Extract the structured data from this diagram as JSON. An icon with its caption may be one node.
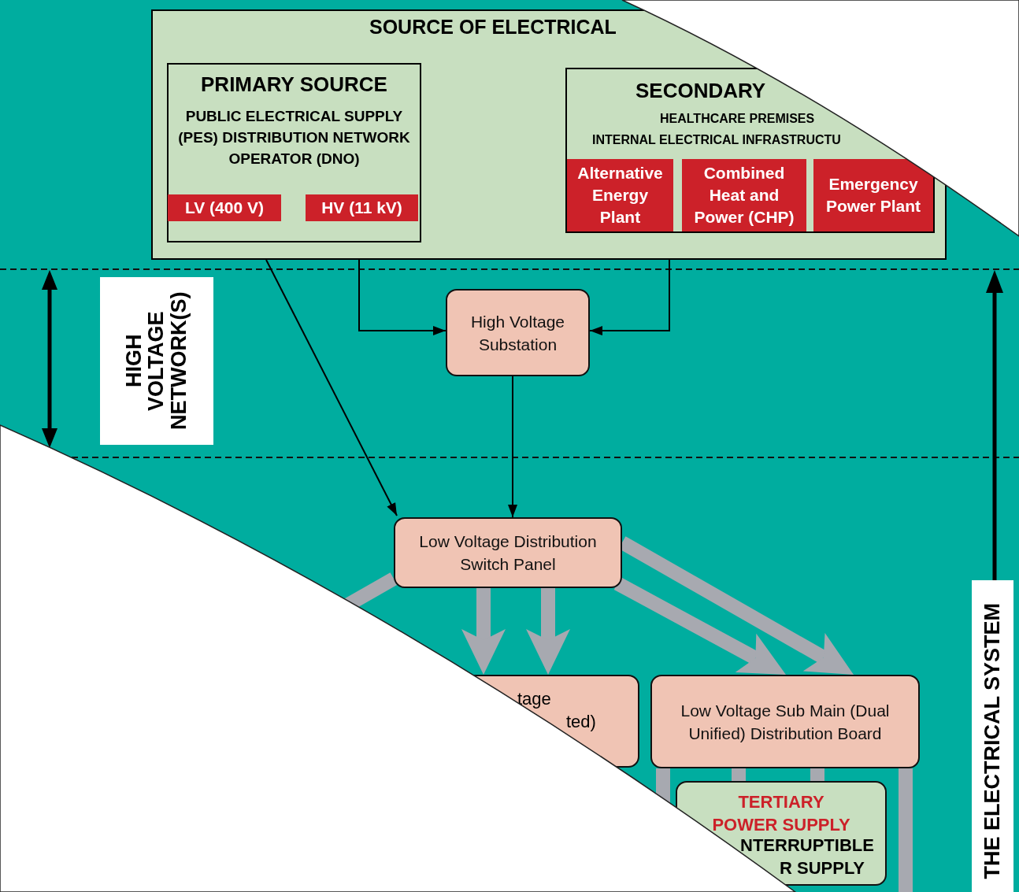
{
  "diagram": {
    "nodes": [
      {
        "text": [
          "SOURCE OF ELECTRICAL"
        ]
      },
      {
        "text": [
          "PRIMARY SOURCE",
          "PUBLIC ELECTRICAL SUPPLY (PES) DISTRIBUTION NETWORK OPERATOR (DNO)"
        ],
        "in": 0
      },
      {
        "text": [
          "LV (400 V)"
        ],
        "in": 1
      },
      {
        "text": [
          "HV (11 kV)"
        ],
        "in": 1
      },
      {
        "text": [
          "SECONDARY",
          "HEALTHCARE PREMISES",
          "INTERNAL ELECTRICAL INFRASTRUCTU"
        ],
        "in": 0
      },
      {
        "text": [
          "Alternative Energy Plant"
        ],
        "in": 4
      },
      {
        "text": [
          "Combined Heat and Power (CHP)"
        ],
        "in": 4
      },
      {
        "text": [
          "Emergency Power Plant"
        ],
        "in": 4
      },
      {
        "text": [
          "High Voltage Substation"
        ]
      },
      {
        "text": [
          "Low Voltage Distribution Switch Panel"
        ]
      },
      {
        "text": [
          "tage",
          "ted)"
        ]
      },
      {
        "text": [
          "Low Voltage Sub Main (Dual Unified) Distribution Board"
        ]
      },
      {
        "text": [
          "TERTIARY POWER SUPPLY",
          "NTERRUPTIBLE",
          "R SUPPLY"
        ]
      },
      {
        "text": [
          "HIGH VOLTAGE NETWORK(S)"
        ]
      },
      {
        "text": [
          "THE ELECTRICAL SYSTEM"
        ]
      }
    ],
    "edges": [
      {
        "from": 0,
        "to": 9,
        "arrow": "to",
        "color": "#000000"
      },
      {
        "from": 0,
        "to": 8,
        "arrow": "to",
        "color": "#000000"
      },
      {
        "from": 0,
        "to": 8,
        "arrow": "to",
        "color": "#000000"
      },
      {
        "from": 8,
        "to": 9,
        "arrow": "to",
        "color": "#000000"
      },
      {
        "from": 9,
        "to": 10,
        "arrow": "to"
      },
      {
        "from": 9,
        "to": 10,
        "arrow": "to"
      },
      {
        "from": 9,
        "to": 11,
        "arrow": "to"
      },
      {
        "from": 9,
        "to": 11,
        "arrow": "to"
      },
      {
        "from": 9,
        "to": null,
        "arrow": "none"
      },
      {
        "from": 11,
        "to": null,
        "arrow": "none"
      },
      {
        "from": 11,
        "to": 12,
        "arrow": "none"
      },
      {
        "from": 11,
        "to": 12,
        "arrow": "none"
      },
      {
        "from": 11,
        "to": null,
        "arrow": "none"
      }
    ]
  }
}
